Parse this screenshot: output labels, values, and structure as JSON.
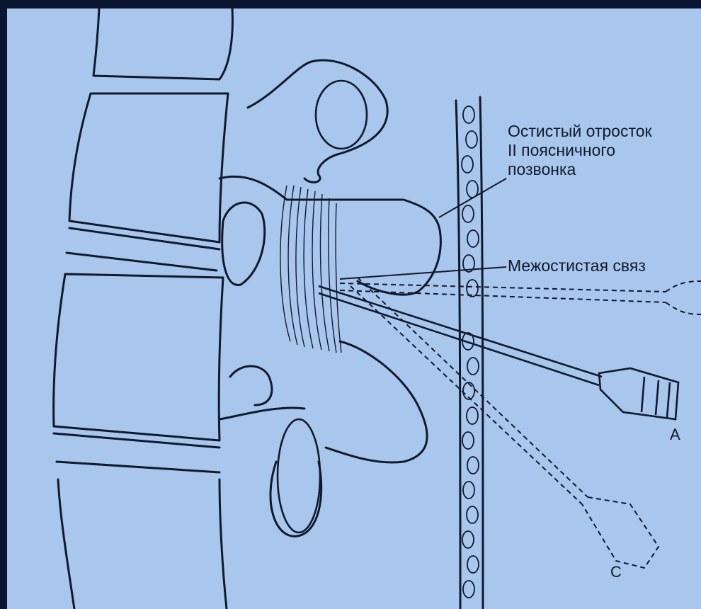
{
  "labels": {
    "spinous_process": [
      "Остистый отросток",
      "II поясничного",
      "позвонка"
    ],
    "interspinous_ligament": "Межостистая связ",
    "needle_a": "A",
    "needle_c": "C"
  },
  "colors": {
    "frame": "#0b1430",
    "paper": "#a9c6ec",
    "ink": "#101a2e"
  }
}
